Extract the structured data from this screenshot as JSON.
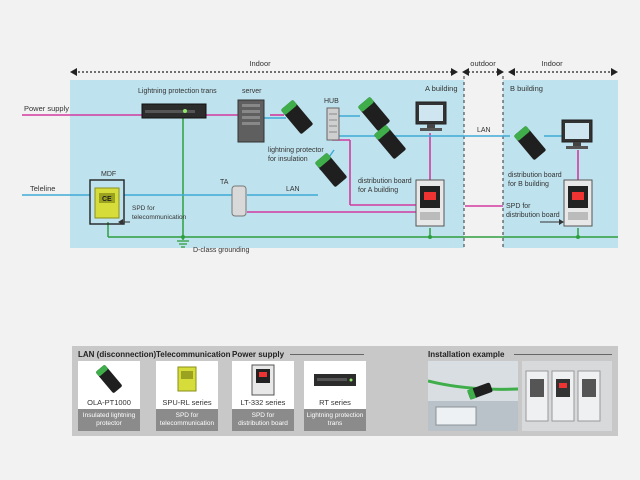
{
  "zones": {
    "indoor_left": "Indoor",
    "outdoor": "outdoor",
    "indoor_right": "Indoor"
  },
  "lines": {
    "power_supply": "Power supply",
    "teleline": "Teleline"
  },
  "labels": {
    "lp_trans": "Lightning protection trans",
    "server": "server",
    "hub": "HUB",
    "a_building": "A building",
    "b_building": "B building",
    "lan_1": "LAN",
    "lan_2": "LAN",
    "mdf": "MDF",
    "ta": "TA",
    "lp_insulation_1": "lightning protector",
    "lp_insulation_2": "for insulation",
    "dist_a_1": "distribution board",
    "dist_a_2": "for A building",
    "dist_b_1": "distribution board",
    "dist_b_2": "for B building",
    "spd_tel_1": "SPD for",
    "spd_tel_2": "telecommunication",
    "spd_dist_1": "SPD for",
    "spd_dist_2": "distribution board",
    "grounding": "D-class grounding",
    "ce": "CE"
  },
  "legend": {
    "groups": [
      {
        "title": "LAN (disconnection)"
      },
      {
        "title": "Telecommunication"
      },
      {
        "title": "Power supply"
      },
      {
        "title": "Installation example"
      }
    ],
    "products": [
      {
        "name": "OLA-PT1000",
        "desc_1": "Insulated lightning",
        "desc_2": "protector"
      },
      {
        "name": "SPU-RL series",
        "desc_1": "SPD for",
        "desc_2": "telecommunication"
      },
      {
        "name": "LT-332 series",
        "desc_1": "SPD for",
        "desc_2": "distribution board"
      },
      {
        "name": "RT series",
        "desc_1": "Lightning protection",
        "desc_2": "trans"
      }
    ]
  },
  "colors": {
    "background": "#f2f2f2",
    "panel": "#bfe3ee",
    "power": "#d23a9f",
    "lan": "#3fa9d6",
    "ground": "#2f9e3f",
    "legend_bg": "#c8c8c8",
    "desc_bg": "#8b8b8b"
  }
}
